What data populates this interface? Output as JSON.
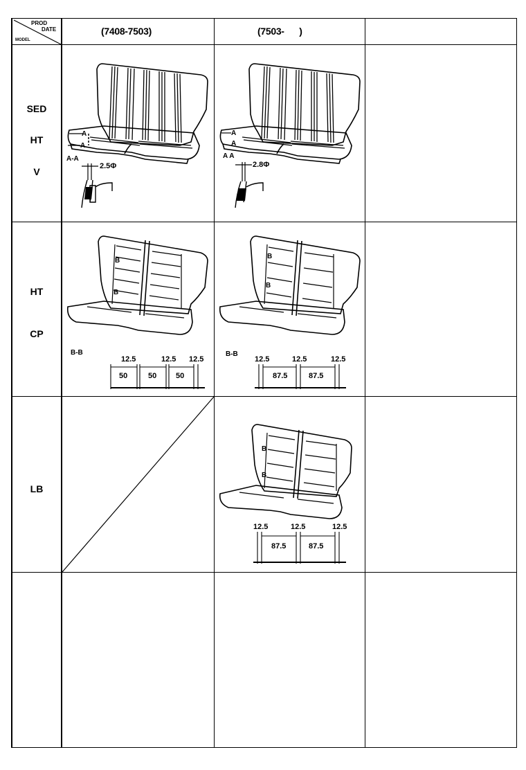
{
  "header": {
    "corner_top": "PROD",
    "corner_mid": "DATE",
    "corner_bottom": "MODEL",
    "col1": "(7408-7503)",
    "col2": "(7503-      )",
    "col3": ""
  },
  "rows": [
    {
      "models": [
        "SED",
        "HT",
        "V"
      ],
      "col1": {
        "section": "A-A",
        "callout": "A",
        "dim": "2.5Φ"
      },
      "col2": {
        "section": "A A",
        "callout": "A",
        "dim": "2.8Φ"
      }
    },
    {
      "models": [
        "HT",
        "CP"
      ],
      "col1": {
        "section": "B-B",
        "callout": "B",
        "dims_top": [
          "12.5",
          "12.5",
          "12.5"
        ],
        "dims_inner": [
          "50",
          "50",
          "50"
        ]
      },
      "col2": {
        "section": "B-B",
        "callout": "B",
        "dims_top": [
          "12.5",
          "12.5",
          "12.5"
        ],
        "dims_inner": [
          "87.5",
          "87.5"
        ]
      }
    },
    {
      "models": [
        "LB"
      ],
      "col1": {
        "not_applicable": true
      },
      "col2": {
        "callout": "B",
        "dims_top": [
          "12.5",
          "12.5",
          "12.5"
        ],
        "dims_inner": [
          "87.5",
          "87.5"
        ]
      }
    },
    {
      "models": [],
      "col1": {},
      "col2": {}
    }
  ]
}
